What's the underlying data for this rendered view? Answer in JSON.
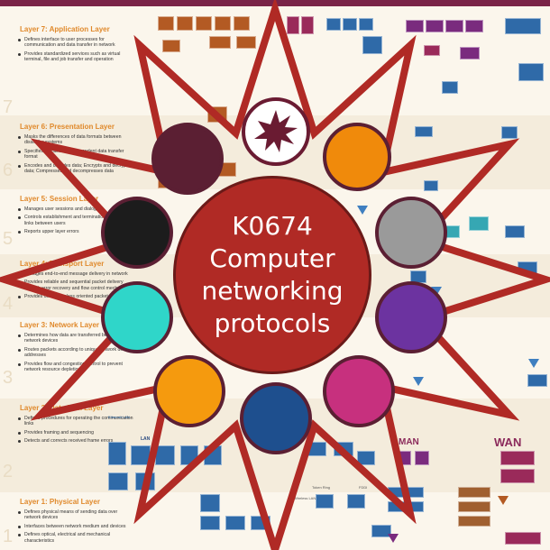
{
  "title": {
    "line1": "K0674",
    "line2": "Computer",
    "line3": "networking",
    "line4": "protocols"
  },
  "layers": [
    {
      "num": "7",
      "title": "Layer 7: Application Layer",
      "bullets": [
        "Defines interface to user processes for communication and data transfer in network",
        "Provides standardized services such as virtual terminal, file and job transfer and operation"
      ]
    },
    {
      "num": "6",
      "title": "Layer 6: Presentation Layer",
      "bullets": [
        "Masks the differences of data formats between dissimilar systems",
        "Specifies architecture-independent data transfer format",
        "Encodes and decodes data; Encrypts and decrypts data; Compresses and decompresses data"
      ]
    },
    {
      "num": "5",
      "title": "Layer 5: Session Layer",
      "bullets": [
        "Manages user sessions and dialogues",
        "Controls establishment and termination of logical links between users",
        "Reports upper layer errors"
      ]
    },
    {
      "num": "4",
      "title": "Layer 4: Transport Layer",
      "bullets": [
        "Manages end-to-end message delivery in network",
        "Provides reliable and sequential packet delivery through error recovery and flow control mechanisms",
        "Provides connectionless oriented packet delivery"
      ]
    },
    {
      "num": "3",
      "title": "Layer 3: Network Layer",
      "bullets": [
        "Determines how data are transferred between network devices",
        "Routes packets according to unique network device addresses",
        "Provides flow and congestion control to prevent network resource depletion"
      ]
    },
    {
      "num": "2",
      "title": "Layer 2: Data Link Layer",
      "bullets": [
        "Defines procedures for operating the communication links",
        "Provides framing and sequencing",
        "Detects and corrects received frame errors"
      ]
    },
    {
      "num": "1",
      "title": "Layer 1: Physical Layer",
      "bullets": [
        "Defines physical means of sending data over network devices",
        "Interfaces between network medium and devices",
        "Defines optical, electrical and mechanical characteristics"
      ]
    }
  ],
  "poster_labels": {
    "wan": "WAN",
    "man": "MAN",
    "lan": "LAN",
    "ethernet": "Ethernet LAN",
    "token_ring": "Token Ring",
    "fddi": "FDDI",
    "wireless": "Wireless LAN"
  },
  "colors": {
    "star": "#b02a25",
    "center": "#b02a25",
    "dots": [
      "#5b1f33",
      "#f08a0b",
      "#1c1c1c",
      "#9a9a9a",
      "#2fd6c9",
      "#6c33a0",
      "#f59a0e",
      "#c7307e",
      "#1e4f8e"
    ]
  }
}
